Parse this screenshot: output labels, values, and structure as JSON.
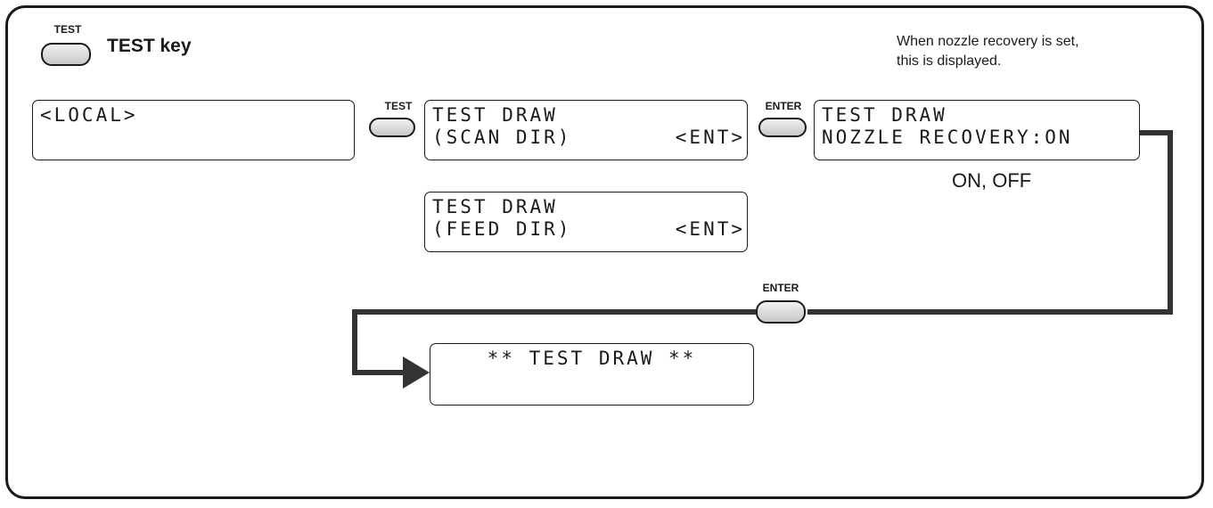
{
  "header": {
    "key_label": "TEST",
    "title": "TEST key"
  },
  "note": {
    "line1": "When nozzle recovery is set,",
    "line2": "this is displayed."
  },
  "keys": {
    "test": "TEST",
    "enter1": "ENTER",
    "enter2": "ENTER"
  },
  "screens": {
    "local": {
      "line1": "<LOCAL>"
    },
    "scan": {
      "line1": "TEST DRAW",
      "line2_left": "(SCAN DIR)",
      "line2_right": "<ENT>"
    },
    "feed": {
      "line1": "TEST DRAW",
      "line2_left": "(FEED DIR)",
      "line2_right": "<ENT>"
    },
    "nozzle": {
      "line1": "TEST DRAW",
      "line2": "NOZZLE RECOVERY:ON"
    },
    "drawing": {
      "line1": "** TEST DRAW **"
    }
  },
  "options": "ON, OFF",
  "colors": {
    "line": "#1a1a1a",
    "key_top": "#f0f0f0",
    "key_bottom": "#c8c8c8"
  }
}
